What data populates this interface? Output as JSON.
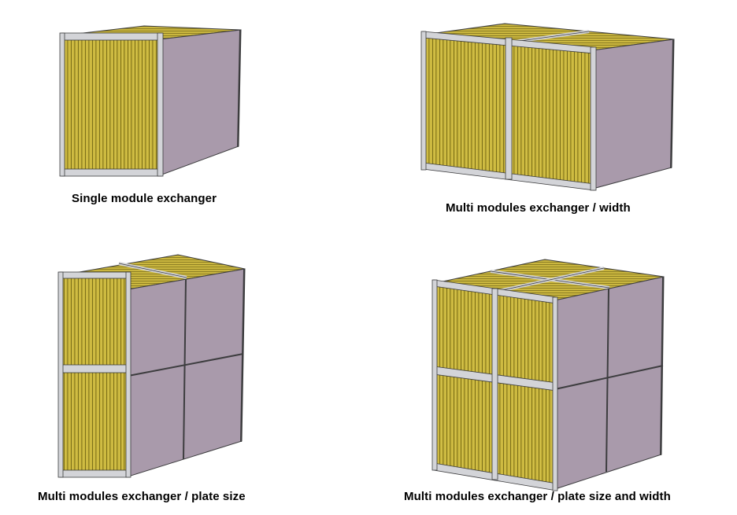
{
  "captions": {
    "single": "Single module exchanger",
    "width": "Multi modules exchanger / width",
    "plate_size": "Multi modules exchanger / plate size",
    "plate_size_and_width": "Multi modules exchanger / plate size and width"
  },
  "colors": {
    "plates": "#c9b53a",
    "plates_top": "#c5b139",
    "plate_line": "#5e5510",
    "side_panel": "#a99aab",
    "frame": "#d3d4d8",
    "frame_edge": "#3d3d3f",
    "background": "#ffffff"
  },
  "diagrams": [
    {
      "id": "single",
      "columns": 1,
      "rows": 1
    },
    {
      "id": "width",
      "columns": 2,
      "rows": 1
    },
    {
      "id": "plate_size",
      "columns": 1,
      "rows": 2
    },
    {
      "id": "plate_size_and_width",
      "columns": 2,
      "rows": 2
    }
  ]
}
